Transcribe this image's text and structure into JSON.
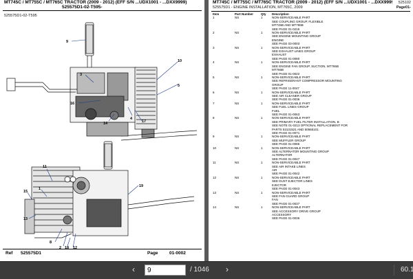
{
  "left_page": {
    "header_line1": "MT745C / MT755C / MT765C TRACTOR (2009 - 2012) (EFF S/N ...UDX1001 - ...DXX9999)",
    "header_line2": "525575D1-02-T595-",
    "figure_label": "525575D1-02-T595",
    "callouts_top": [
      "9",
      "3",
      "10",
      "5",
      "16",
      "14",
      "17",
      "4"
    ],
    "callouts_bottom": [
      "11",
      "19",
      "15",
      "1",
      "13",
      "2",
      "12",
      "8",
      "18"
    ],
    "footer_ref_label": "Ref",
    "footer_ref_value": "525575D1",
    "footer_page_label": "Page",
    "footer_page_value": "01-0002"
  },
  "right_page": {
    "header_line1": "MT745C / MT755C / MT765C TRACTOR (2009 - 2012) (EFF S/N ...UDX1001 - ...DXX9999)",
    "header_line1_right": "525102",
    "header_line2": "525575D1 - ENGINE INSTALLATION, MT765C, 2009",
    "header_line2_right": "Page01-",
    "columns": [
      "Item",
      "Part Number",
      "Qty",
      "Description"
    ],
    "rows": [
      {
        "item": "1",
        "part": "NS",
        "qty": "1",
        "desc": "NON-SERVICEABLE PART\nSEE COUPLING GROUP, FLEXIBLE\nMT745B AND MT765B\nSEE PAGE 01-0215"
      },
      {
        "item": "2",
        "part": "NS",
        "qty": "1",
        "desc": "NON-SERVICEABLE PART\nSEE ENGINE MOUNTING GROUP\nENGINE\nSEE PAGE 03-0003"
      },
      {
        "item": "3",
        "part": "NS",
        "qty": "1",
        "desc": "NON-SERVICEABLE PART\nSEE EXHAUST LINES GROUP\nEXHAUST\nSEE PAGE 01-0080"
      },
      {
        "item": "4",
        "part": "NS",
        "qty": "1",
        "desc": "NON-SERVICEABLE PART\nSEE ENGINE FAN GROUP, SUCTION, MT765B\nMT765B\nSEE PAGE 01-0022"
      },
      {
        "item": "5",
        "part": "NS",
        "qty": "1",
        "desc": "NON-SERVICEABLE PART\nSEE REFRIGERANT COMPRESSOR MOUNTING\nGROUP\nSEE PAGE 11-0047"
      },
      {
        "item": "6",
        "part": "NS",
        "qty": "1",
        "desc": "NON-SERVICEABLE PART\nSEE AIR CLEANER GROUP\nSEE PAGE 01-0036"
      },
      {
        "item": "7",
        "part": "NS",
        "qty": "1",
        "desc": "NON-SERVICEABLE PART\nSEE FUEL LINES GROUP\nFUEL\nSEE PAGE 01-0063"
      },
      {
        "item": "8",
        "part": "NS",
        "qty": "1",
        "desc": "NON-SERVICEABLE PART\nSEE PRIMARY FUEL FILTER INSTALLATION, B\nSEE NOTE 01-0213 OPTIONAL REPLACEMENT FOR\nPARTS 53131521 AND 50565101.\nSEE PAGE 01-0071"
      },
      {
        "item": "9",
        "part": "NS",
        "qty": "1",
        "desc": "NON-SERVICEABLE PART\nSEE MUFFLER GROUP\nSEE PAGE 01-0085"
      },
      {
        "item": "10",
        "part": "NS",
        "qty": "1",
        "desc": "NON-SERVICEABLE PART\nSEE ALTERNATOR MOUNTING GROUP\nALTERNATOR\nSEE PAGE 01-0047"
      },
      {
        "item": "11",
        "part": "NS",
        "qty": "1",
        "desc": "NON-SERVICEABLE PART\nSEE AIR INTAKE LINES\nAIR\nSEE PAGE 01-0042"
      },
      {
        "item": "12",
        "part": "NS",
        "qty": "1",
        "desc": "NON-SERVICEABLE PART\nSEE DUST EJECTOR LINES\nEJECTOR\nSEE PAGE 01-0043"
      },
      {
        "item": "13",
        "part": "NS",
        "qty": "1",
        "desc": "NON-SERVICEABLE PART\nSEE FAN GUARD GROUP\nFAN\nSEE PAGE 01-0037"
      },
      {
        "item": "14",
        "part": "NS",
        "qty": "1",
        "desc": "NON-SERVICEABLE PART\nSEE ACCESSORY DRIVE GROUP\nACCESSORY\nSEE PAGE 01-0036"
      }
    ]
  },
  "toolbar": {
    "current_page": "9",
    "page_total_label": "/ 1046",
    "prev_icon": "chevron-left-icon",
    "next_icon": "chevron-right-icon",
    "zoom": "60.1"
  },
  "colors": {
    "page_bg": "#ffffff",
    "viewer_bg": "#5a5a5a",
    "toolbar_bg": "#3b3b3b",
    "callout_line": "#1a3a8c"
  }
}
